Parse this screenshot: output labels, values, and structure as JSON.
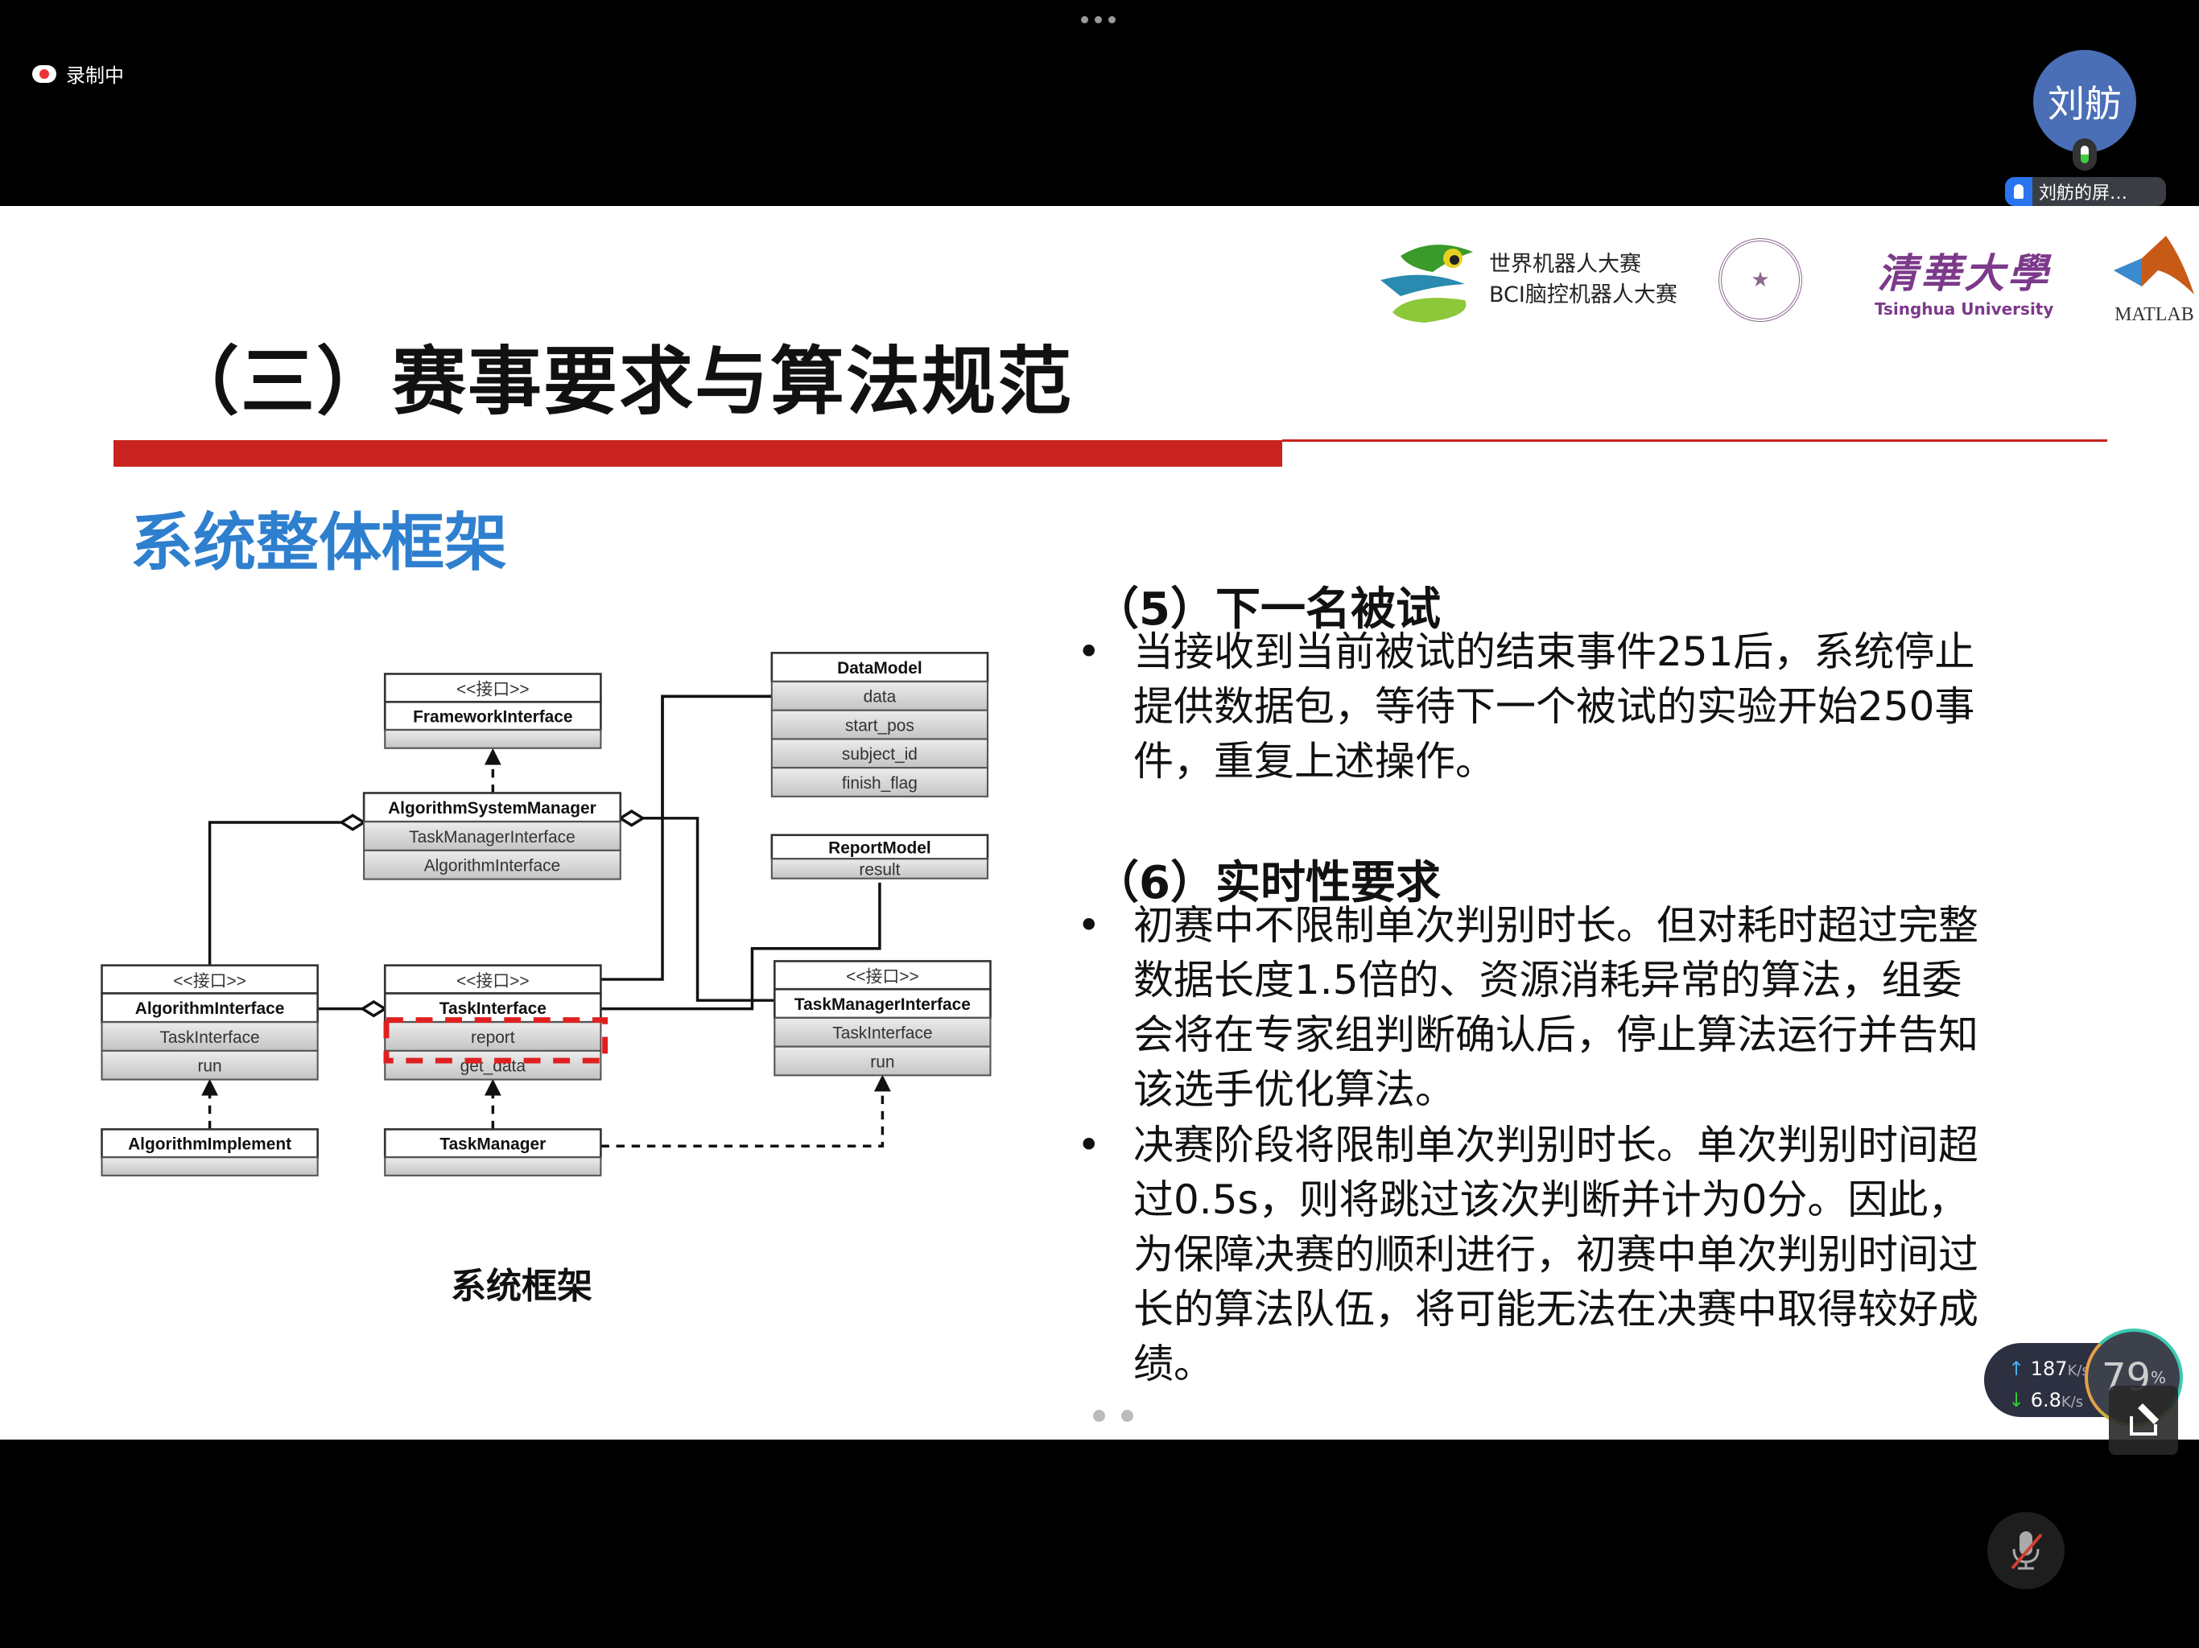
{
  "meeting": {
    "recording_label": "录制中",
    "participant_avatar_text": "刘舫",
    "screen_share_label": "刘舫的屏…"
  },
  "slide": {
    "logos": {
      "wrc_line1": "世界机器人大赛",
      "wrc_line2": "BCI脑控机器人大赛",
      "tsinghua_cn": "清華大學",
      "tsinghua_en": "Tsinghua University",
      "matlab": "MATLAB"
    },
    "title": "（三）赛事要求与算法规范",
    "subtitle": "系统整体框架",
    "diagram": {
      "interface_stereotype": "<<接口>>",
      "framework_interface": "FrameworkInterface",
      "data_model": {
        "name": "DataModel",
        "fields": [
          "data",
          "start_pos",
          "subject_id",
          "finish_flag"
        ]
      },
      "algorithm_system_manager": {
        "name": "AlgorithmSystemManager",
        "fields": [
          "TaskManagerInterface",
          "AlgorithmInterface"
        ]
      },
      "report_model": {
        "name": "ReportModel",
        "fields": [
          "result"
        ]
      },
      "algorithm_interface": {
        "name": "AlgorithmInterface",
        "fields": [
          "TaskInterface",
          "run"
        ]
      },
      "task_interface": {
        "name": "TaskInterface",
        "fields": [
          "report",
          "get_data"
        ]
      },
      "task_manager_interface": {
        "name": "TaskManagerInterface",
        "fields": [
          "TaskInterface",
          "run"
        ]
      },
      "algorithm_implement": "AlgorithmImplement",
      "task_manager": "TaskManager",
      "caption": "系统框架"
    },
    "sections": [
      {
        "heading": "（5）下一名被试",
        "bullets": [
          [
            "当接收到当前被试的结束事件251后，系统停止",
            "提供数据包，等待下一个被试的实验开始250事",
            "件，重复上述操作。"
          ]
        ]
      },
      {
        "heading": "（6）实时性要求",
        "bullets": [
          [
            "初赛中不限制单次判别时长。但对耗时超过完整",
            "数据长度1.5倍的、资源消耗异常的算法，组委",
            "会将在专家组判断确认后，停止算法运行并告知",
            "该选手优化算法。"
          ],
          [
            "决赛阶段将限制单次判别时长。单次判别时间超",
            "过0.5s，则将跳过该次判断并计为0分。因此，",
            "为保障决赛的顺利进行，初赛中单次判别时间过",
            "长的算法队伍，将可能无法在决赛中取得较好成",
            "绩。"
          ]
        ]
      }
    ],
    "bullet_char": "•"
  },
  "network_widget": {
    "upload": "187",
    "download": "6.8",
    "unit": "K/s",
    "usage_percent": "79",
    "percent_sign": "%"
  },
  "colors": {
    "accent_red": "#c8231e",
    "subtitle_blue": "#2f7fcf",
    "avatar_blue": "#4a6fb6"
  }
}
